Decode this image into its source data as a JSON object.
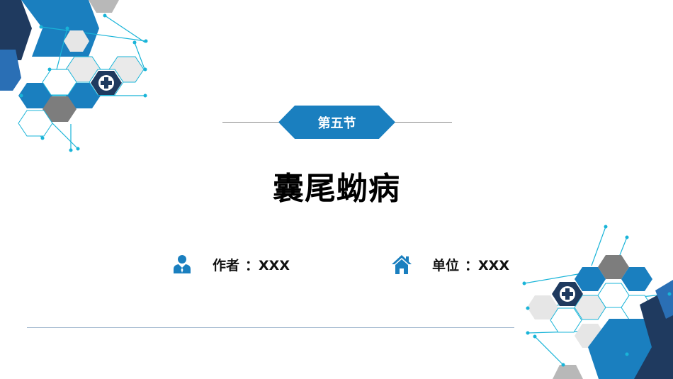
{
  "section": {
    "label": "第五节"
  },
  "title": "囊尾蚴病",
  "author": {
    "label": "作者",
    "value": "：XXX"
  },
  "organization": {
    "label": "单位",
    "value": "：XXX"
  },
  "colors": {
    "accent_blue": "#1a7fbf",
    "dark_navy": "#1f3a5f",
    "gray_hex": "#7d7d7d",
    "light_gray_hex": "#e6e6e6",
    "dot_cyan": "#19b4d8"
  },
  "icons": {
    "author": "person-icon",
    "organization": "home-icon",
    "decor": "medical-cross-icon"
  }
}
